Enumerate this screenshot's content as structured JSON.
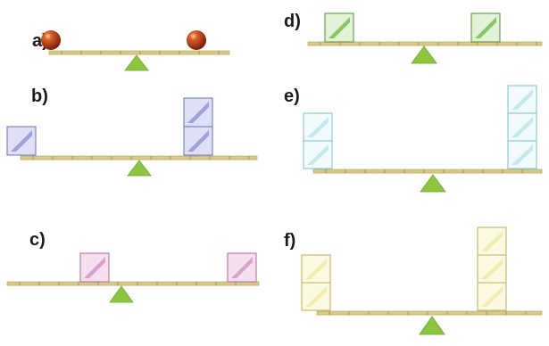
{
  "panels": [
    {
      "label": "a)",
      "left_load": {
        "kind": "ball",
        "count": 1
      },
      "right_load": {
        "kind": "ball",
        "count": 1
      }
    },
    {
      "label": "b)",
      "left_load": {
        "kind": "block",
        "count": 1
      },
      "right_load": {
        "kind": "block",
        "count": 2
      }
    },
    {
      "label": "c)",
      "left_load": {
        "kind": "block",
        "count": 1
      },
      "right_load": {
        "kind": "block",
        "count": 1
      }
    },
    {
      "label": "d)",
      "left_load": {
        "kind": "block",
        "count": 1
      },
      "right_load": {
        "kind": "block",
        "count": 1
      }
    },
    {
      "label": "e)",
      "left_load": {
        "kind": "block",
        "count": 2
      },
      "right_load": {
        "kind": "block",
        "count": 3
      }
    },
    {
      "label": "f)",
      "left_load": {
        "kind": "block",
        "count": 2
      },
      "right_load": {
        "kind": "block",
        "count": 3
      }
    }
  ],
  "colors": {
    "beam": "#d8c98a",
    "beam_shadow": "#9aa84c",
    "fulcrum": "#8cc63f",
    "ball": "#b8391c",
    "block_b": "#8f93d6",
    "block_c": "#d79ac7",
    "block_d": "#7fc15a",
    "block_e": "#bfe6ee",
    "block_f": "#f0eba9"
  }
}
